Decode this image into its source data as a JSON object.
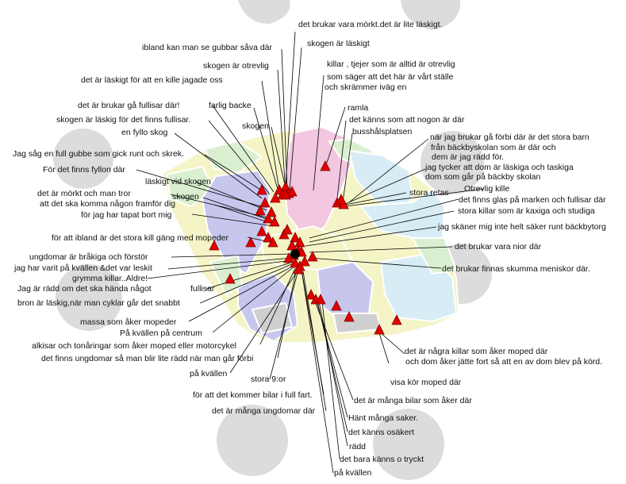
{
  "map": {
    "colors": {
      "watermark": "#dcdcdc",
      "outline": "#ffffff",
      "yellow": "#f4f4c6",
      "green": "#d9efcf",
      "lavender": "#c7c7ee",
      "pink": "#f2c7df",
      "lightblue": "#d7ecf5",
      "grey": "#cfcfcf",
      "marker": "#e00000",
      "marker_dark": "#7a0000",
      "leader": "#000000"
    },
    "icons": {
      "marker": "red-triangle-icon"
    }
  },
  "labels": [
    "det brukar vara mörkt.det är lite läskigt.",
    "ibland kan man se gubbar såva där",
    "skogen är läskigt",
    "skogen är otrevlig",
    "killar , tjejer som är alltid är otrevlig",
    "som säger att det här är vårt ställe",
    "och skrämmer iväg en",
    "det är läskigt för att en kille jagade oss",
    "det är brukar gå fullisar där!",
    "farlig backe",
    "ramla",
    "skogen är läskig för det finns fullisar.",
    "det känns som att nogon är  där",
    "skogen",
    "busshålsplatsen",
    "en fyllo skog",
    "när jag brukar gå förbi där är det stora barn",
    "från bäckbyskolan som är där och",
    "dem är jag rädd för.",
    "Jag såg en full gubbe som gick runt och skrek.",
    "jag tycker att dom är läskiga och taskiga",
    "dom som går på bäckby skolan",
    "För det finns fyllon där",
    "Otrevlig kille",
    "läskigt vid skogen",
    "stora retas",
    "det  är  mörkt och man tror",
    "det finns glas på marken och fullisar där",
    "skogen",
    "att det ska komma någon framför dig",
    "stora killar som är kaxiga och studiga",
    "för jag har tapat bort mig",
    "jag skäner mig inte helt säker runt bäckbytorg",
    "för att ibland är det stora kill gäng med mopeder",
    "det brukar vara nior där",
    "ungdomar är bråkiga och förstör",
    "jag har varit på kvällen &det var leskit",
    "det brukar finnas skumma meniskor där.",
    "grymma killar..Aldre!",
    "Jag är rädd om det ska hända något",
    "fullisar",
    "bron är läskig,när man cyklar går det snabbt",
    "massa som åker mopeder",
    "På kvällen på centrum",
    "alkisar och tonåringar som åker moped eller motorcykel",
    "det är några killar som åker moped där",
    "och dom åker jätte fort så att en av dom blev på körd.",
    "det finns ungdomar så man blir lite rädd när man går förbi",
    "visa kör moped där",
    "på kvällen",
    "stora 9:or",
    "för att det kommer bilar i full fart.",
    "det är många bilar som åker där",
    "det är många ungdomar där",
    "Hänt många saker.",
    "det känns osäkert",
    "rädd",
    "det bara känns o tryckt",
    "på kvällen"
  ]
}
